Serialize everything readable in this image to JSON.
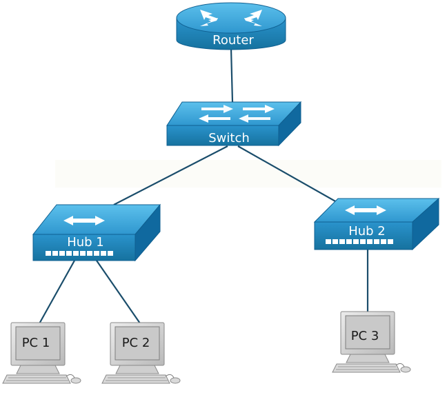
{
  "diagram": {
    "nodes": {
      "router": {
        "label": "Router",
        "icon": "router-icon"
      },
      "switch": {
        "label": "Switch",
        "icon": "switch-icon"
      },
      "hub1": {
        "label": "Hub 1",
        "icon": "hub-icon"
      },
      "hub2": {
        "label": "Hub 2",
        "icon": "hub-icon"
      },
      "pc1": {
        "label": "PC 1",
        "icon": "pc-icon"
      },
      "pc2": {
        "label": "PC 2",
        "icon": "pc-icon"
      },
      "pc3": {
        "label": "PC 3",
        "icon": "pc-icon"
      }
    },
    "links": [
      {
        "from": "router",
        "to": "switch"
      },
      {
        "from": "switch",
        "to": "hub1"
      },
      {
        "from": "switch",
        "to": "hub2"
      },
      {
        "from": "hub1",
        "to": "pc1"
      },
      {
        "from": "hub1",
        "to": "pc2"
      },
      {
        "from": "hub2",
        "to": "pc3"
      }
    ],
    "colors": {
      "device_top": "#3aa3d8",
      "device_front": "#1b7fb9",
      "device_side": "#10699f",
      "link": "#1a4d6b",
      "pc_body": "#d6d6d6",
      "pc_screen": "#c6c6c6"
    }
  }
}
